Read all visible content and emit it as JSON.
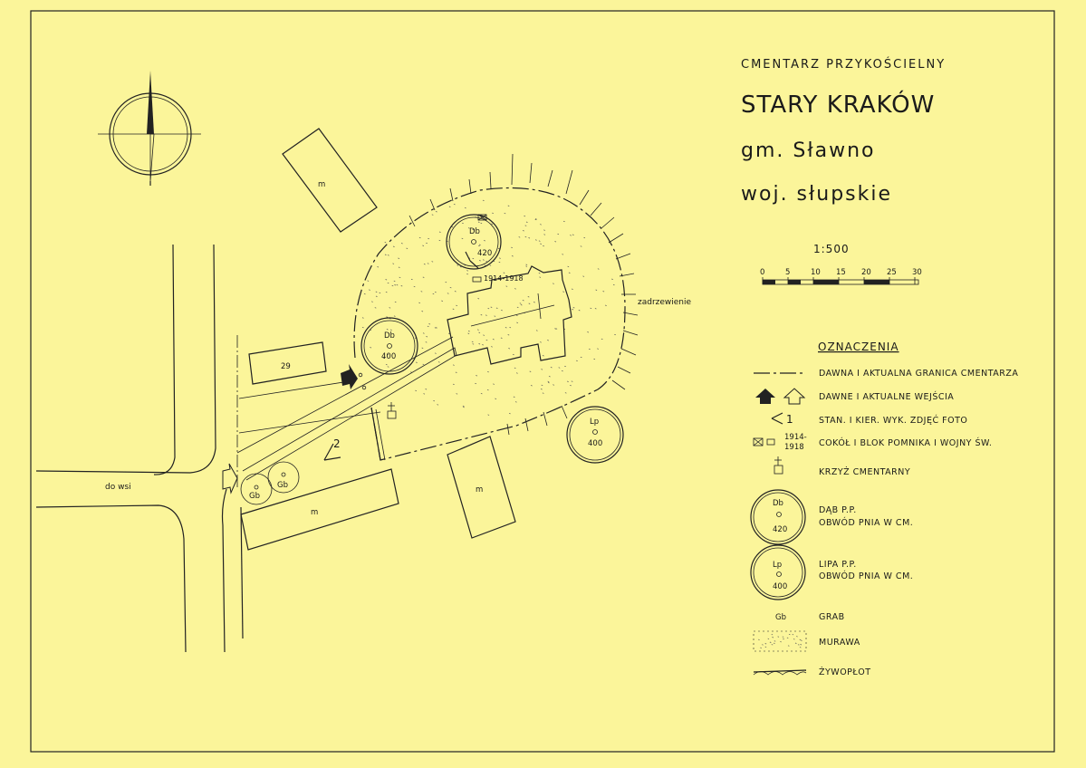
{
  "header": {
    "subtitle": "CMENTARZ PRZYKOŚCIELNY",
    "title": "STARY KRAKÓW",
    "commune": "gm. Sławno",
    "voivodeship": "woj. słupskie"
  },
  "scale": {
    "ratio": "1:500",
    "ticks": [
      "0",
      "5",
      "10",
      "15",
      "20",
      "25",
      "30"
    ]
  },
  "map_labels": {
    "building_m": "m",
    "building_29": "29",
    "road_label": "do wsi",
    "trees_label": "zadrzewienie",
    "monument_years": "1914-1918",
    "photo_2": "2",
    "tree_db_top": {
      "code": "Db",
      "value": "420"
    },
    "tree_db_left": {
      "code": "Db",
      "value": "400"
    },
    "tree_lp": {
      "code": "Lp",
      "value": "400"
    },
    "grab_1": "Gb",
    "grab_2": "Gb"
  },
  "legend": {
    "heading": "OZNACZENIA",
    "items": [
      {
        "symbol": "boundary-line",
        "label": "DAWNA I AKTUALNA GRANICA CMENTARZA"
      },
      {
        "symbol": "entrance-arrows",
        "label": "DAWNE I AKTUALNE WEJŚCIA"
      },
      {
        "symbol": "photo-station",
        "label": "STAN. I KIER. WYK. ZDJĘĆ FOTO",
        "sym_text": "1"
      },
      {
        "symbol": "monument",
        "label": "COKÓŁ I BLOK POMNIKA I WOJNY ŚW.",
        "sym_text_a": "1914-",
        "sym_text_b": "1918"
      },
      {
        "symbol": "cross",
        "label": "KRZYŻ CMENTARNY"
      },
      {
        "symbol": "oak",
        "label_a": "DĄB P.P.",
        "label_b": "OBWÓD PNIA W CM.",
        "code": "Db",
        "value": "420"
      },
      {
        "symbol": "linden",
        "label_a": "LIPA P.P.",
        "label_b": "OBWÓD PNIA W CM.",
        "code": "Lp",
        "value": "400"
      },
      {
        "symbol": "hornbeam",
        "label": "GRAB",
        "code": "Gb"
      },
      {
        "symbol": "lawn",
        "label": "MURAWA"
      },
      {
        "symbol": "hedge",
        "label": "ŻYWOPŁOT"
      }
    ]
  },
  "colors": {
    "paper": "#fbf59a",
    "ink": "#222222"
  }
}
